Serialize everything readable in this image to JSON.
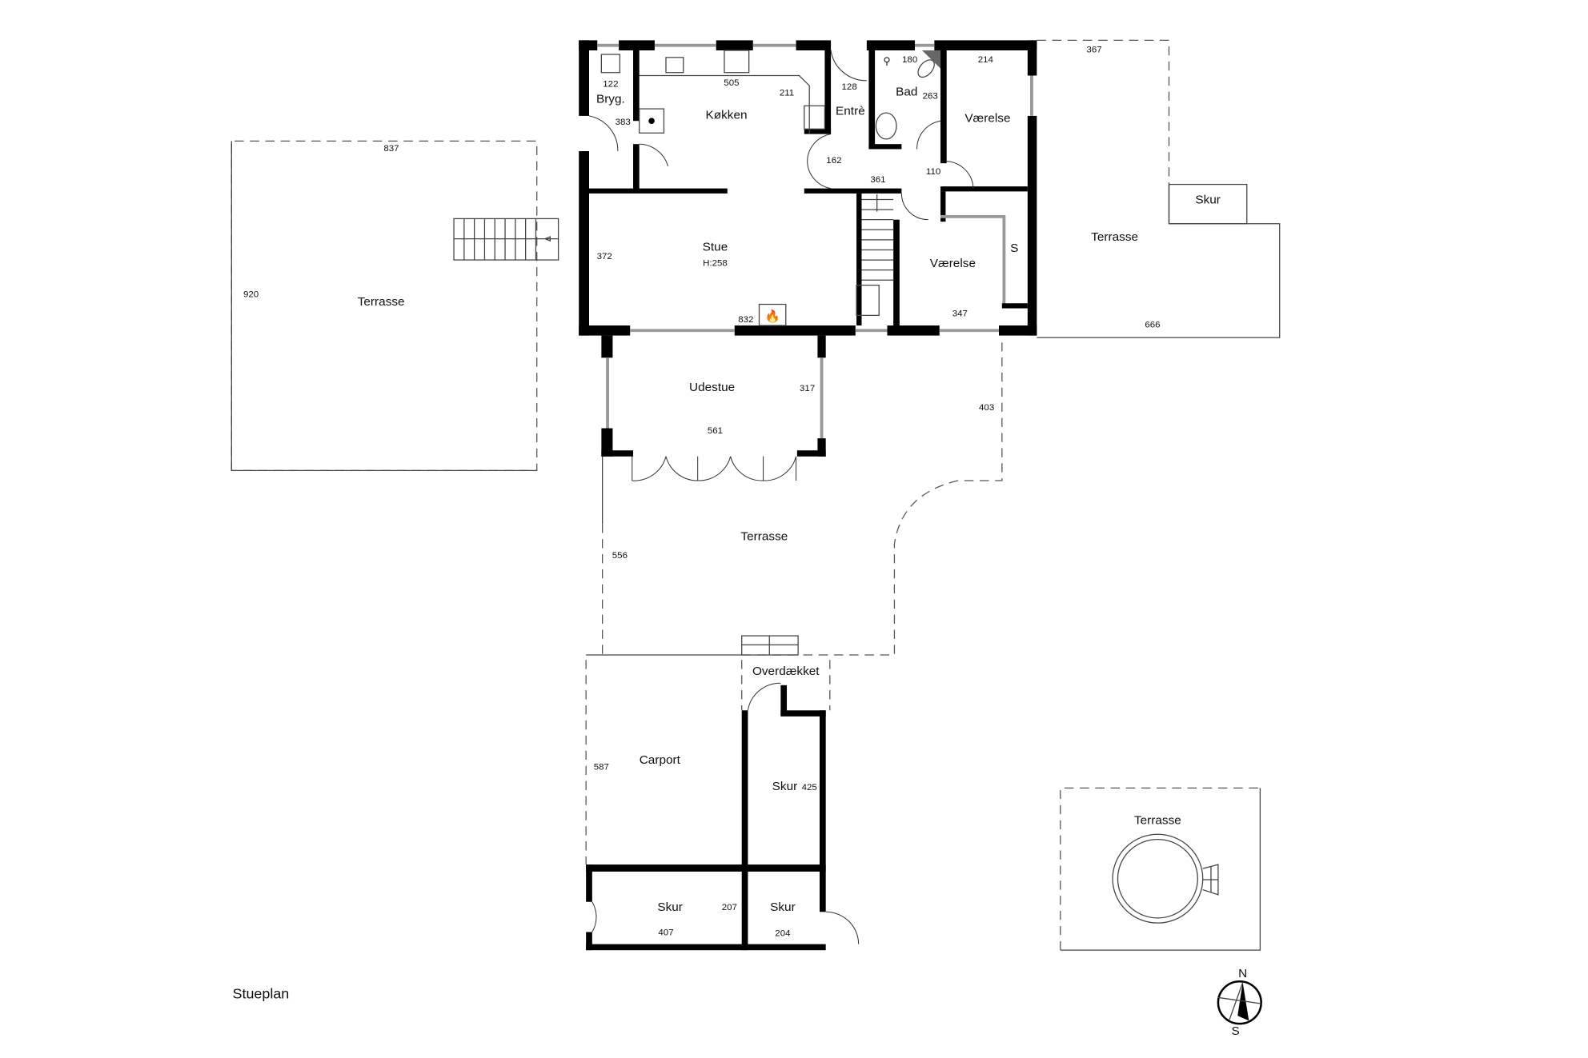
{
  "title": "Stueplan",
  "rooms": {
    "bryg": {
      "label": "Bryg.",
      "dims": [
        "122",
        "383"
      ]
    },
    "kokken": {
      "label": "Køkken",
      "dims": [
        "505",
        "211"
      ]
    },
    "entre": {
      "label": "Entrè",
      "dims": [
        "128",
        "162",
        "361"
      ]
    },
    "bad": {
      "label": "Bad",
      "dims": [
        "180",
        "263"
      ]
    },
    "vaerelse1": {
      "label": "Værelse",
      "dims": [
        "214",
        "110"
      ]
    },
    "stue": {
      "label": "Stue",
      "height": "H:258",
      "dims": [
        "372",
        "832"
      ]
    },
    "vaerelse2": {
      "label": "Værelse",
      "closet": "S",
      "dims": [
        "347"
      ]
    },
    "udestue": {
      "label": "Udestue",
      "dims": [
        "317",
        "561"
      ]
    },
    "terrasse_center": {
      "label": "Terrasse",
      "dims": [
        "556",
        "403"
      ]
    },
    "terrasse_left": {
      "label": "Terrasse",
      "dims": [
        "837",
        "920"
      ]
    },
    "terrasse_right": {
      "label": "Terrasse",
      "dims": [
        "367",
        "666"
      ]
    },
    "skur_right": {
      "label": "Skur"
    },
    "overdaekket": {
      "label": "Overdækket"
    },
    "carport": {
      "label": "Carport",
      "dims": [
        "587"
      ]
    },
    "skur_tall": {
      "label": "Skur",
      "dims": [
        "425"
      ]
    },
    "skur_bl": {
      "label": "Skur",
      "dims": [
        "407",
        "207"
      ]
    },
    "skur_br": {
      "label": "Skur",
      "dims": [
        "204"
      ]
    },
    "terrasse_spa": {
      "label": "Terrasse"
    }
  },
  "compass": {
    "north": "N",
    "south": "S"
  }
}
